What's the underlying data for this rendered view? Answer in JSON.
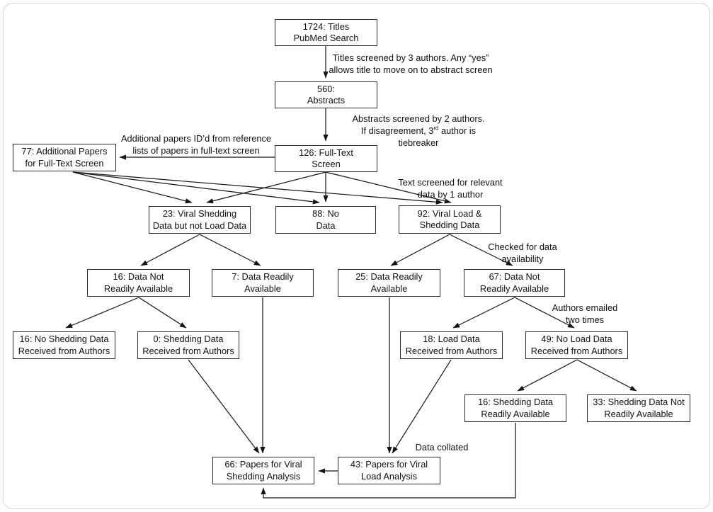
{
  "diagram": {
    "kind": "study-screening-flowchart",
    "nodes": {
      "titles": {
        "lines": [
          "1724: Titles",
          "PubMed Search"
        ]
      },
      "abstracts": {
        "lines": [
          "560:",
          "Abstracts"
        ]
      },
      "full_text": {
        "lines": [
          "126: Full-Text",
          "Screen"
        ]
      },
      "additional_papers": {
        "lines": [
          "77: Additional Papers",
          "for Full-Text Screen"
        ]
      },
      "shed_not_load": {
        "lines": [
          "23: Viral Shedding",
          "Data but not Load Data"
        ]
      },
      "no_data": {
        "lines": [
          "88: No",
          "Data"
        ]
      },
      "load_and_shed": {
        "lines": [
          "92: Viral Load &",
          "Shedding Data"
        ]
      },
      "d16_not_ready": {
        "lines": [
          "16: Data Not",
          "Readily Available"
        ]
      },
      "d7_ready": {
        "lines": [
          "7: Data Readily",
          "Available"
        ]
      },
      "d25_ready": {
        "lines": [
          "25: Data Readily",
          "Available"
        ]
      },
      "d67_not_ready": {
        "lines": [
          "67: Data Not",
          "Readily Available"
        ]
      },
      "r16_no_shed": {
        "lines": [
          "16: No Shedding Data",
          "Received from Authors"
        ]
      },
      "r0_shed": {
        "lines": [
          "0: Shedding Data",
          "Received from Authors"
        ]
      },
      "r18_load": {
        "lines": [
          "18: Load Data",
          "Received from Authors"
        ]
      },
      "r49_no_load": {
        "lines": [
          "49: No Load Data",
          "Received from Authors"
        ]
      },
      "s16_shed_ready": {
        "lines": [
          "16: Shedding Data",
          "Readily Available"
        ]
      },
      "s33_shed_not_ready": {
        "lines": [
          "33: Shedding Data Not",
          "Readily Available"
        ]
      },
      "a66_shed_analysis": {
        "lines": [
          "66: Papers for Viral",
          "Shedding Analysis"
        ]
      },
      "a43_load_analysis": {
        "lines": [
          "43: Papers for Viral",
          "Load Analysis"
        ]
      }
    },
    "edge_labels": {
      "titles_screened": {
        "lines": [
          "Titles screened by 3 authors. Any “yes”",
          "allows title to move on to abstract screen"
        ]
      },
      "abstracts_screened": {
        "line1": "Abstracts screened by 2 authors.",
        "line2_pre": "If disagreement, 3",
        "line2_sup": "rd",
        "line2_post": " author is",
        "line3": "tiebreaker"
      },
      "additional_papers": {
        "lines": [
          "Additional papers ID’d from reference",
          "lists of papers in full-text screen"
        ]
      },
      "text_screened": {
        "lines": [
          "Text screened for relevant",
          "data by 1 author"
        ]
      },
      "checked": {
        "lines": [
          "Checked for data",
          "availability"
        ]
      },
      "emailed": {
        "lines": [
          "Authors emailed",
          "two times"
        ]
      },
      "collated": "Data collated"
    },
    "edges": [
      {
        "from": "titles",
        "to": "abstracts",
        "label": "titles_screened"
      },
      {
        "from": "abstracts",
        "to": "full_text",
        "label": "abstracts_screened"
      },
      {
        "from": "full_text",
        "to": "additional_papers",
        "label": "additional_papers"
      },
      {
        "from": "full_text",
        "to": "shed_not_load"
      },
      {
        "from": "full_text",
        "to": "no_data"
      },
      {
        "from": "full_text",
        "to": "load_and_shed",
        "label": "text_screened"
      },
      {
        "from": "additional_papers",
        "to": "shed_not_load"
      },
      {
        "from": "additional_papers",
        "to": "no_data"
      },
      {
        "from": "additional_papers",
        "to": "load_and_shed"
      },
      {
        "from": "shed_not_load",
        "to": "d16_not_ready"
      },
      {
        "from": "shed_not_load",
        "to": "d7_ready"
      },
      {
        "from": "load_and_shed",
        "to": "d25_ready"
      },
      {
        "from": "load_and_shed",
        "to": "d67_not_ready",
        "label": "checked"
      },
      {
        "from": "d16_not_ready",
        "to": "r16_no_shed"
      },
      {
        "from": "d16_not_ready",
        "to": "r0_shed"
      },
      {
        "from": "d67_not_ready",
        "to": "r18_load"
      },
      {
        "from": "d67_not_ready",
        "to": "r49_no_load",
        "label": "emailed"
      },
      {
        "from": "r49_no_load",
        "to": "s16_shed_ready"
      },
      {
        "from": "r49_no_load",
        "to": "s33_shed_not_ready"
      },
      {
        "from": "d7_ready",
        "to": "a66_shed_analysis"
      },
      {
        "from": "d25_ready",
        "to": "a43_load_analysis"
      },
      {
        "from": "r0_shed",
        "to": "a66_shed_analysis"
      },
      {
        "from": "r18_load",
        "to": "a43_load_analysis"
      },
      {
        "from": "a43_load_analysis",
        "to": "a66_shed_analysis",
        "label": "collated"
      },
      {
        "from": "s16_shed_ready",
        "to": "a66_shed_analysis"
      }
    ],
    "colors": {
      "line": "#141414",
      "box_border": "#2b2b2b",
      "background": "#ffffff",
      "frame_border": "#d6d6d6"
    }
  }
}
